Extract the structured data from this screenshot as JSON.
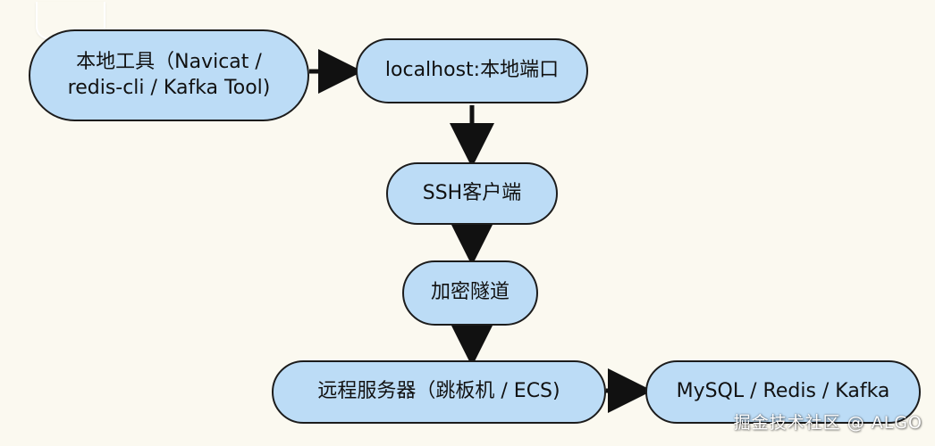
{
  "diagram": {
    "nodes": {
      "local_tool": {
        "line1": "本地工具（Navicat /",
        "line2": "redis-cli / Kafka Tool)"
      },
      "localhost": {
        "label": "localhost:本地端口"
      },
      "ssh_client": {
        "label": "SSH客户端"
      },
      "encrypted_tunnel": {
        "label": "加密隧道"
      },
      "remote_server": {
        "label": "远程服务器（跳板机 / ECS)"
      },
      "targets": {
        "label": "MySQL / Redis / Kafka"
      }
    },
    "edges": [
      {
        "from": "local_tool",
        "to": "localhost"
      },
      {
        "from": "localhost",
        "to": "ssh_client"
      },
      {
        "from": "ssh_client",
        "to": "encrypted_tunnel"
      },
      {
        "from": "encrypted_tunnel",
        "to": "remote_server"
      },
      {
        "from": "remote_server",
        "to": "targets"
      }
    ],
    "colors": {
      "background": "#fbf9f0",
      "node_fill": "#bcdcf6",
      "node_border": "#1c1c1c",
      "arrow": "#111111"
    }
  },
  "watermark": {
    "text": "掘金技术社区 @ ALGO"
  }
}
